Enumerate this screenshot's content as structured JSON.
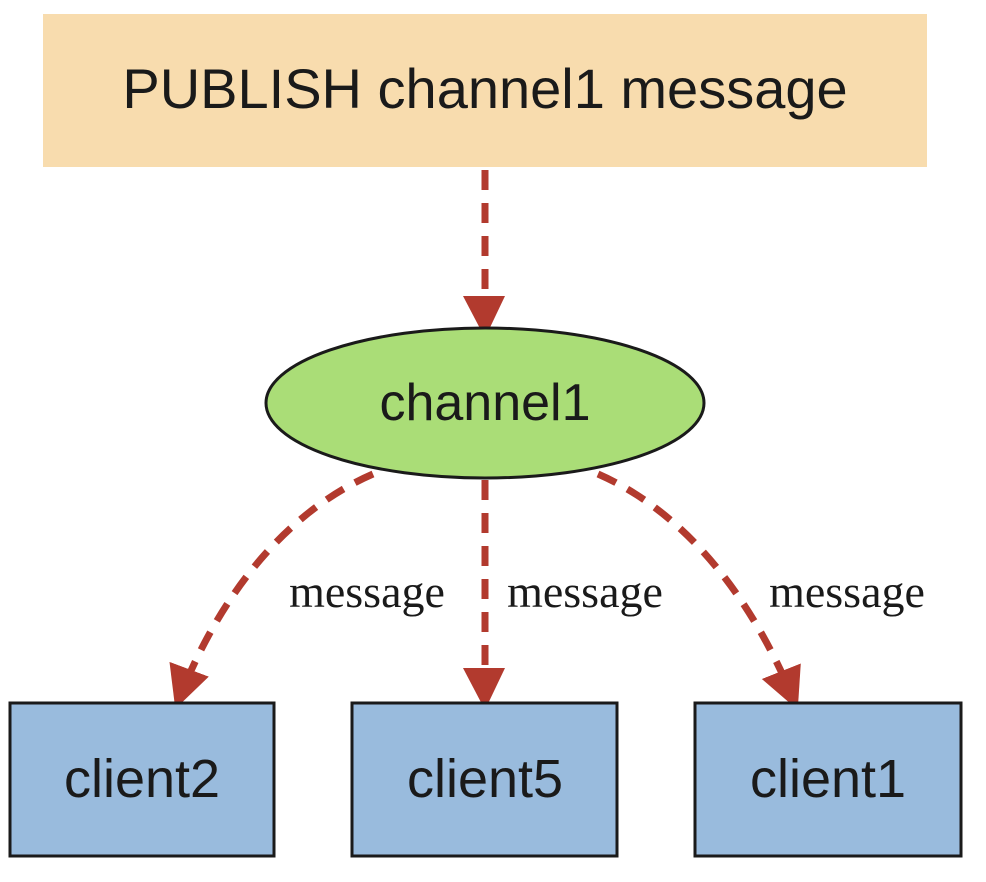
{
  "diagram": {
    "publish_command": "PUBLISH channel1 message",
    "channel": "channel1",
    "edge_labels": [
      "message",
      "message",
      "message"
    ],
    "clients": [
      "client2",
      "client5",
      "client1"
    ]
  },
  "colors": {
    "command_box": "#f8dcae",
    "channel_fill": "#aadd77",
    "client_fill": "#99bbdd",
    "edge": "#b23a2e",
    "border": "#1a1a1a"
  }
}
